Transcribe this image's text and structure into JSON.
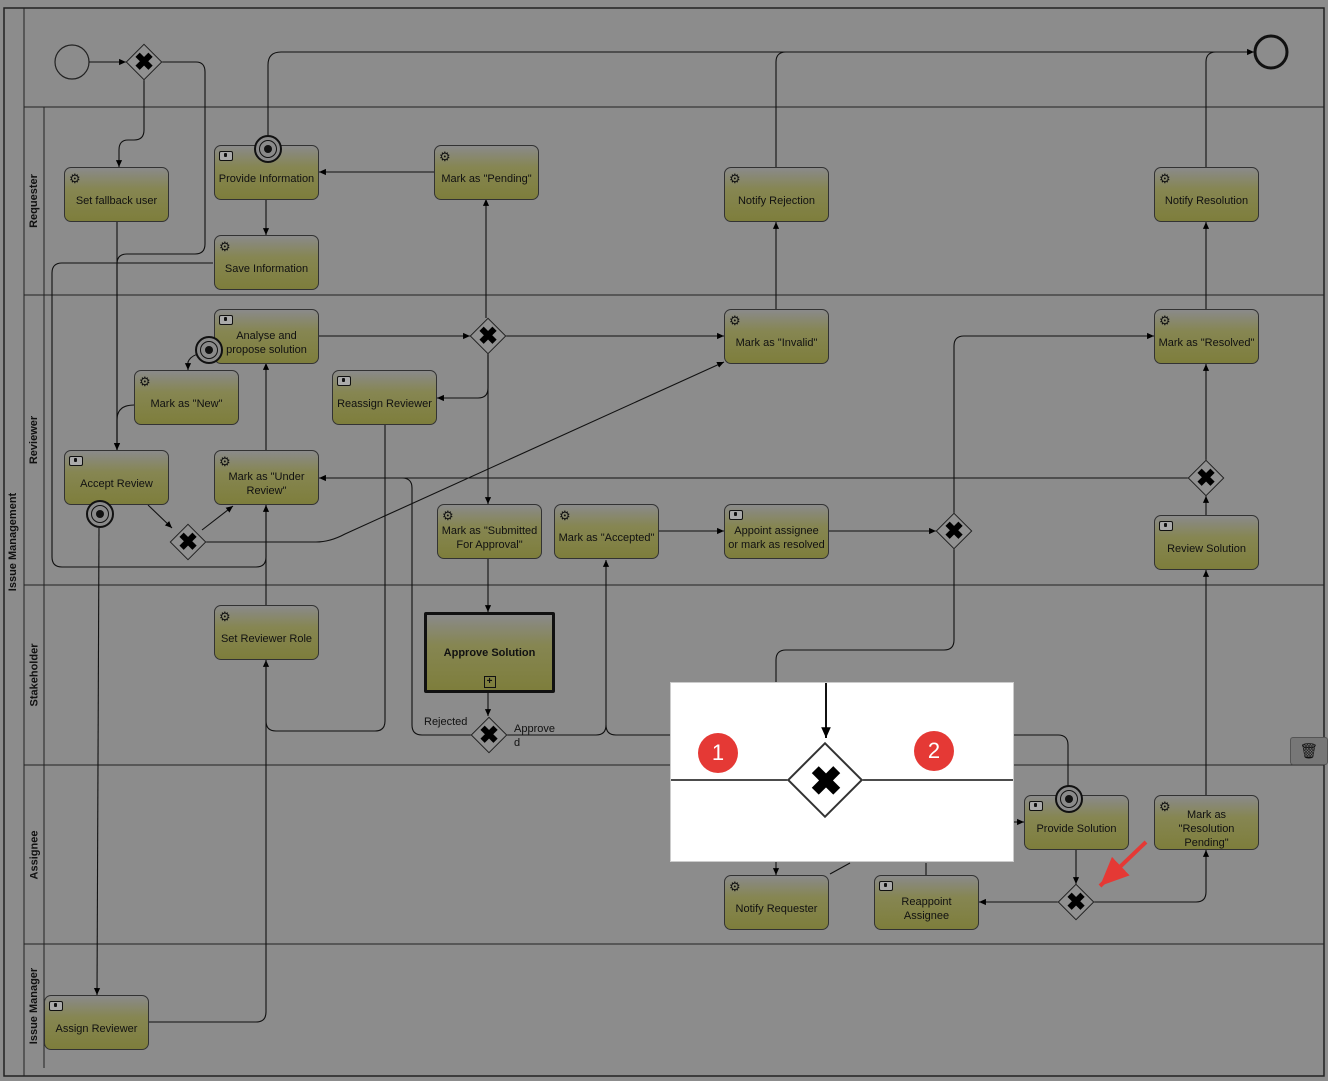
{
  "pool": "Issue Management",
  "lanes": [
    "Requester",
    "Reviewer",
    "Stakeholder",
    "Assignee",
    "Issue Manager"
  ],
  "tasks": {
    "set_fallback_user": "Set fallback user",
    "provide_information": "Provide Information",
    "save_information": "Save Information",
    "mark_pending": "Mark as \"Pending\"",
    "notify_rejection": "Notify Rejection",
    "notify_resolution": "Notify Resolution",
    "analyse_propose": "Analyse and propose solution",
    "mark_invalid": "Mark as \"Invalid\"",
    "mark_resolved": "Mark as \"Resolved\"",
    "mark_new": "Mark as \"New\"",
    "reassign_reviewer": "Reassign Reviewer",
    "accept_review": "Accept Review",
    "mark_under_review": "Mark as \"Under Review\"",
    "mark_submitted": "Mark as \"Submitted For Approval\"",
    "mark_accepted": "Mark as \"Accepted\"",
    "appoint_assignee": "Appoint assignee or mark as resolved",
    "review_solution": "Review Solution",
    "set_reviewer_role": "Set Reviewer Role",
    "approve_solution": "Approve Solution",
    "provide_solution": "Provide Solution",
    "mark_resolution_pending": "Mark as \"Resolution Pending\"",
    "notify_requester": "Notify Requester",
    "reappoint_assignee": "Reappoint Assignee",
    "assign_reviewer": "Assign Reviewer"
  },
  "edges": {
    "rejected": "Rejected",
    "approved": "Approved"
  },
  "callouts": [
    "1",
    "2"
  ],
  "colors": {
    "canvas": "#8c8c8c",
    "task_fill": "#7e7e3c",
    "callout": "#e53935"
  }
}
